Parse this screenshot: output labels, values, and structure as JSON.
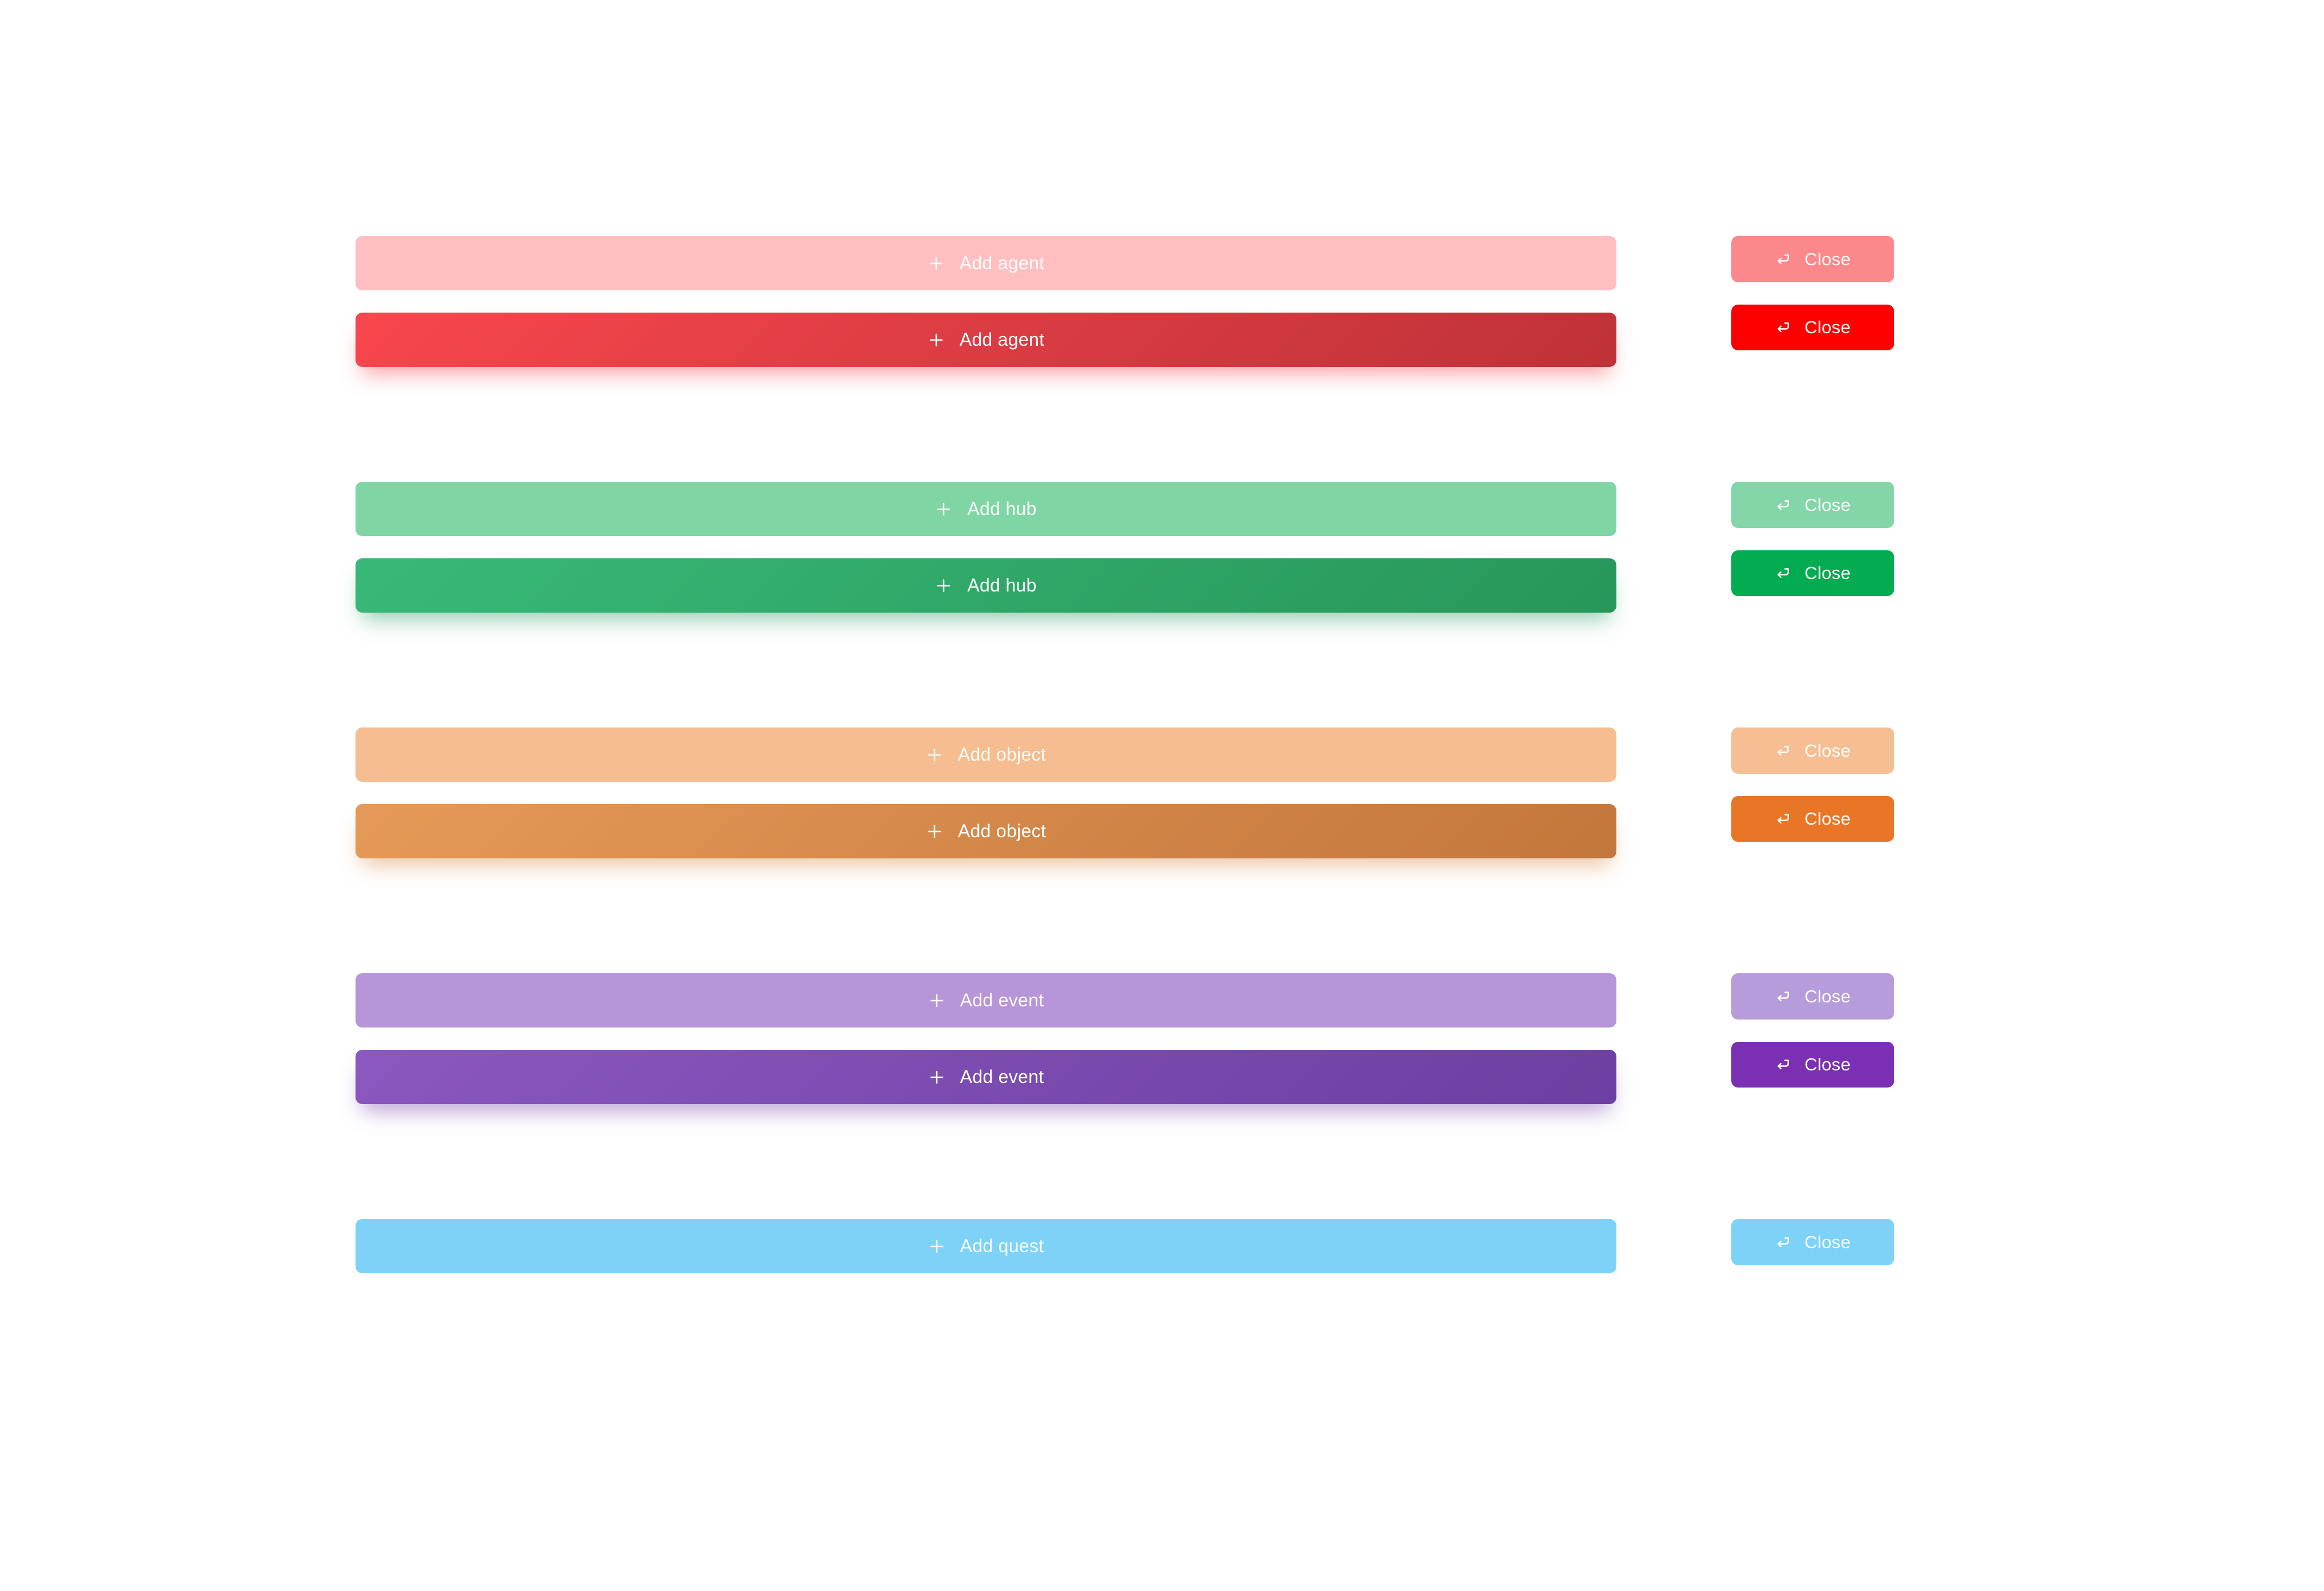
{
  "page": {
    "background": "#ffffff",
    "description": "Button component showcase with muted and solid states"
  },
  "icons": {
    "add": "plus-icon",
    "close": "return-arrow-icon"
  },
  "groups": [
    {
      "id": "agent",
      "add_label": "Add agent",
      "close_label": "Close",
      "colors": {
        "light": "#FFBFC0",
        "gradient_start": "#F8464D",
        "gradient_end": "#BE3238",
        "shadow": "rgba(248,70,77,0.50)",
        "close_light": "#FB898C",
        "close_solid": "#FF0000"
      }
    },
    {
      "id": "hub",
      "add_label": "Add hub",
      "close_label": "Close",
      "colors": {
        "light": "#80D5A5",
        "gradient_start": "#38B977",
        "gradient_end": "#289659",
        "shadow": "rgba(45,160,100,0.50)",
        "close_light": "#84D6A8",
        "close_solid": "#03AB51"
      }
    },
    {
      "id": "object",
      "add_label": "Add object",
      "close_label": "Close",
      "colors": {
        "light": "#F5BD90",
        "gradient_start": "#E59A58",
        "gradient_end": "#C2773C",
        "shadow": "rgba(216,140,72,0.50)",
        "close_light": "#F5BE93",
        "close_solid": "#E97527"
      }
    },
    {
      "id": "event",
      "add_label": "Add event",
      "close_label": "Close",
      "colors": {
        "light": "#B695D9",
        "gradient_start": "#8A58BF",
        "gradient_end": "#6C3FA1",
        "shadow": "rgba(124,74,175,0.50)",
        "close_light": "#B79CDB",
        "close_solid": "#7B2FB3"
      }
    },
    {
      "id": "quest",
      "add_label": "Add quest",
      "close_label": "Close",
      "colors": {
        "light": "#7ED2F8",
        "close_light": "#7ED2F8"
      }
    }
  ]
}
